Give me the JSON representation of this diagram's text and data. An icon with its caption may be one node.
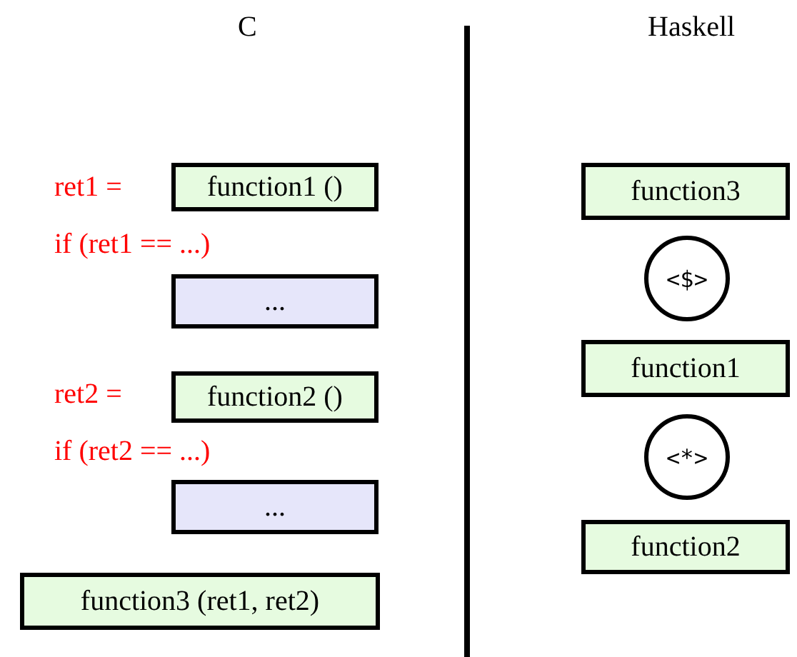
{
  "diagram": {
    "nodes": [
      {
        "text": [
          "function1 ()"
        ]
      },
      {
        "text": [
          "..."
        ]
      },
      {
        "text": [
          "function2 ()"
        ]
      },
      {
        "text": [
          "..."
        ]
      },
      {
        "text": [
          "function3 (ret1, ret2)"
        ]
      },
      {
        "text": [
          "function3"
        ]
      },
      {
        "text": [
          "<$>"
        ]
      },
      {
        "text": [
          "function1"
        ]
      },
      {
        "text": [
          "<*>"
        ]
      },
      {
        "text": [
          "function2"
        ]
      }
    ],
    "edges": [],
    "labels": [
      "C",
      "Haskell",
      "ret1 =",
      "if (ret1 == ...)",
      "ret2 =",
      "if (ret2 == ...)"
    ]
  }
}
